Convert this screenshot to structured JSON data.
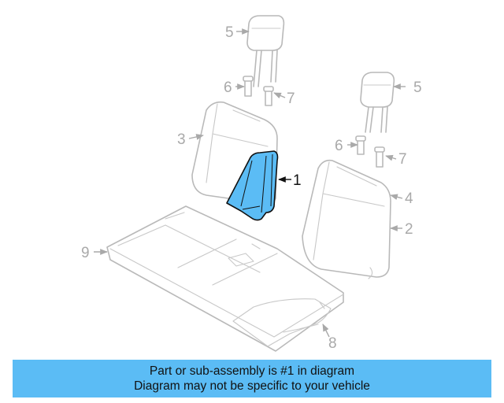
{
  "colors": {
    "highlight_fill": "#5bbcf5",
    "highlight_stroke": "#111111",
    "outline": "#b9b9b9",
    "callout_text": "#a9a9a9",
    "caption_bg": "#5bbcf5"
  },
  "callouts": {
    "c1": "1",
    "c2": "2",
    "c3": "3",
    "c4": "4",
    "c5a": "5",
    "c5b": "5",
    "c6a": "6",
    "c6b": "6",
    "c7a": "7",
    "c7b": "7",
    "c8": "8",
    "c9": "9"
  },
  "highlighted_part": "1",
  "caption": {
    "line1": "Part or sub-assembly is #1 in diagram",
    "line2": "Diagram may not be specific to your vehicle"
  }
}
